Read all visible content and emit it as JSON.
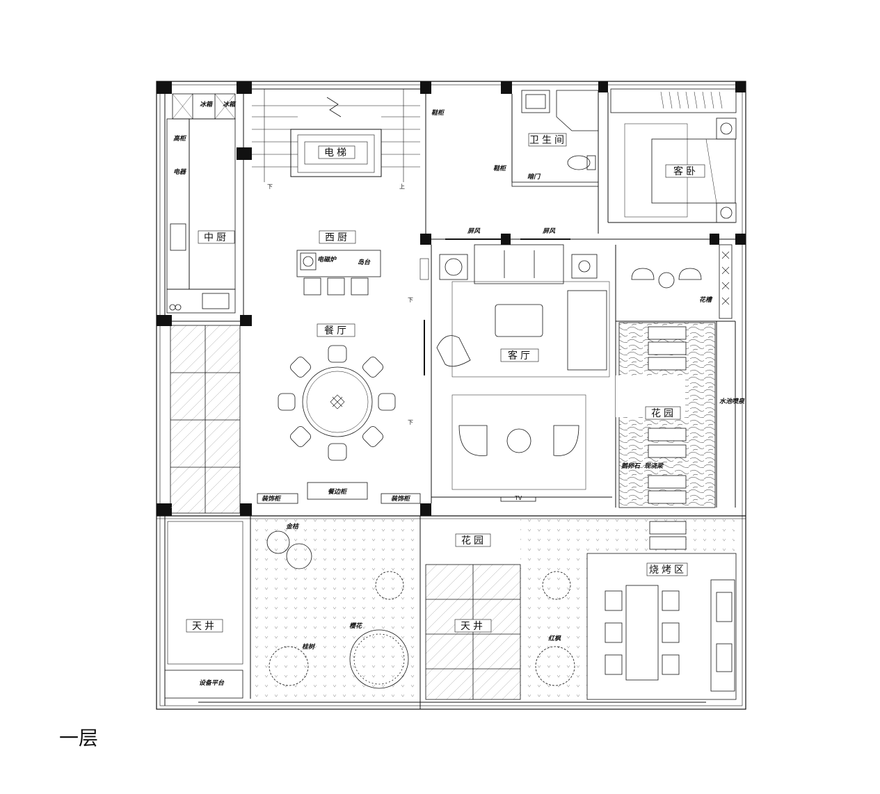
{
  "floor_title": "一层",
  "rooms": {
    "kitchen": "中厨",
    "elevator": "电梯",
    "bathroom": "卫生间",
    "guest_bedroom": "客卧",
    "western_kitchen": "西厨",
    "dining": "餐厅",
    "living": "客厅",
    "garden_inner": "花园",
    "garden_outer": "花园",
    "light_well_left": "天井",
    "light_well_center": "天井",
    "bbq": "烧烤区"
  },
  "annotations": {
    "fridge_1": "冰箱",
    "fridge_2": "冰箱",
    "tall_cabinet": "高柜",
    "appliance": "电器",
    "shoe_cabinet_1": "鞋柜",
    "shoe_cabinet_2": "鞋柜",
    "hidden_door": "暗门",
    "screen_1": "屏风",
    "screen_2": "屏风",
    "induction": "电磁炉",
    "island": "岛台",
    "flower_trough": "花槽",
    "water_fountain": "水池喷泉",
    "stone": "鹅卵石",
    "beam": "现浇梁",
    "sideboard": "餐边柜",
    "deco_cabinet_1": "装饰柜",
    "deco_cabinet_2": "装饰柜",
    "kumquat": "金桔",
    "osmanthus": "桂树",
    "cherry": "樱花",
    "maple": "红枫",
    "equipment": "设备平台",
    "tv": "TV",
    "down_1": "下",
    "up_1": "上",
    "down_2": "下",
    "down_3": "下"
  }
}
